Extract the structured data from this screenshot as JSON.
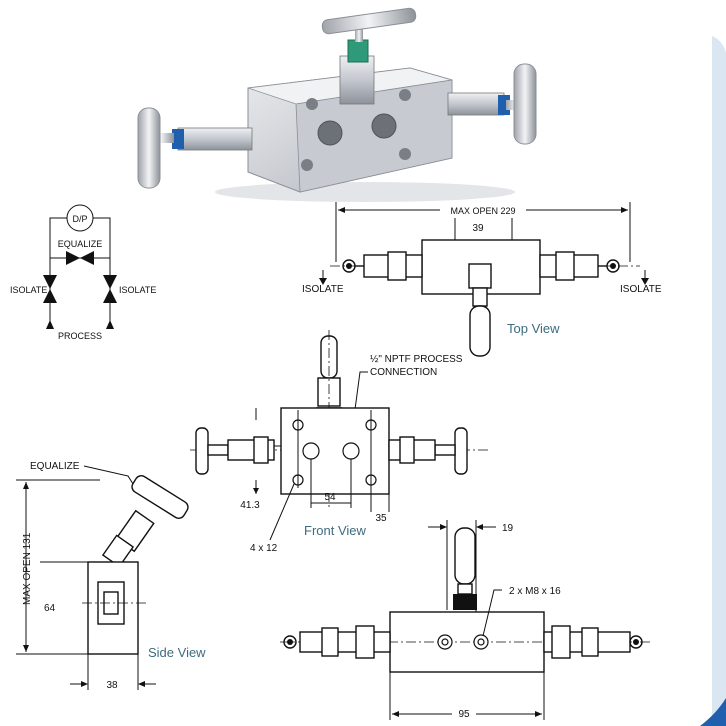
{
  "schematic": {
    "gauge_symbol": "D/P",
    "equalize_label": "EQUALIZE",
    "isolate_left_label": "ISOLATE",
    "isolate_right_label": "ISOLATE",
    "process_label": "PROCESS"
  },
  "top_view": {
    "title": "Top View",
    "max_open_label": "MAX OPEN 229",
    "dim_center": "39",
    "isolate_left": "ISOLATE",
    "isolate_right": "ISOLATE"
  },
  "front_view": {
    "title": "Front View",
    "connection_line1": "½\" NPTF PROCESS",
    "connection_line2": "CONNECTION",
    "dim_left": "41.3",
    "dim_bottom": "54",
    "dim_right": "35",
    "holes_label": "4 x 12"
  },
  "side_view": {
    "title": "Side View",
    "equalize_label": "EQUALIZE",
    "max_open_label": "MAX OPEN 131",
    "dim_height": "64",
    "dim_width": "38"
  },
  "bottom_view": {
    "dim_top": "19",
    "bolts_label": "2 x M8 x 16",
    "dim_bottom": "95"
  },
  "colors": {
    "view_title": "#3d6b80",
    "drawing": "#111111",
    "accent_blue": "#1f5fae",
    "valve_green": "#2f9a78",
    "metal": "#c9ccd2"
  }
}
